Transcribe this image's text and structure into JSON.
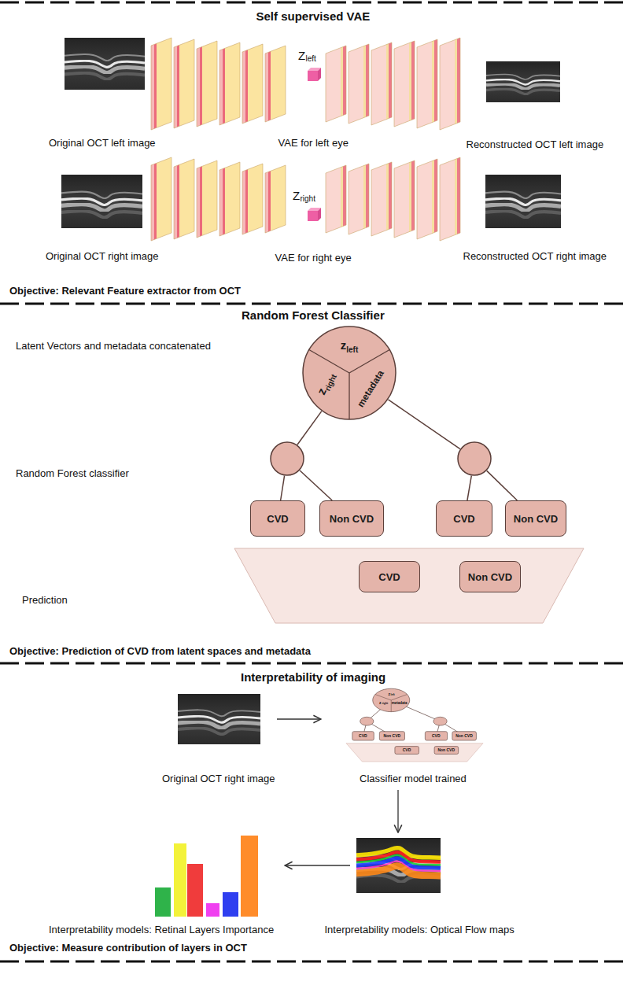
{
  "diagram": {
    "nodes": [
      {
        "text": [
          "z",
          "left",
          "z",
          "right",
          "metadata"
        ]
      },
      {
        "text": []
      },
      {
        "text": []
      },
      {
        "text": [
          "CVD"
        ]
      },
      {
        "text": [
          "Non CVD"
        ]
      },
      {
        "text": [
          "CVD"
        ]
      },
      {
        "text": [
          "Non CVD"
        ]
      },
      {
        "text": []
      },
      {
        "text": [
          "CVD"
        ],
        "in": 7
      },
      {
        "text": [
          "Non CVD"
        ],
        "in": 7
      }
    ],
    "edges": [
      {
        "from": 0,
        "to": 1,
        "arrow": "none"
      },
      {
        "from": 0,
        "to": 2,
        "arrow": "none"
      },
      {
        "from": 1,
        "to": 3,
        "arrow": "none"
      },
      {
        "from": 1,
        "to": 4,
        "arrow": "none"
      },
      {
        "from": 2,
        "to": 5,
        "arrow": "none"
      },
      {
        "from": 2,
        "to": 6,
        "arrow": "none"
      }
    ],
    "labels": [
      "Self supervised VAE",
      "Z",
      "left",
      "Original OCT left image",
      "VAE for left eye",
      "Reconstructed OCT left image",
      "Z",
      "right",
      "Original OCT right image",
      "VAE for right eye",
      "Reconstructed OCT right image",
      "Objective: Relevant Feature extractor from OCT",
      "Random Forest Classifier",
      "Latent Vectors and metadata concatenated",
      "Random Forest classifier",
      "Prediction",
      "Objective: Prediction of CVD from latent spaces and metadata",
      "Interpretability of imaging",
      "z",
      "left",
      "z",
      "right",
      "metadata",
      "CVD",
      "Non CVD",
      "CVD",
      "Non CVD",
      "CVD",
      "Non CVD",
      "Original OCT right image",
      "Classifier model trained",
      "Interpretability models: Retinal Layers Importance",
      "Interpretability models: Optical Flow maps",
      "Objective: Measure contribution of layers in OCT"
    ]
  }
}
